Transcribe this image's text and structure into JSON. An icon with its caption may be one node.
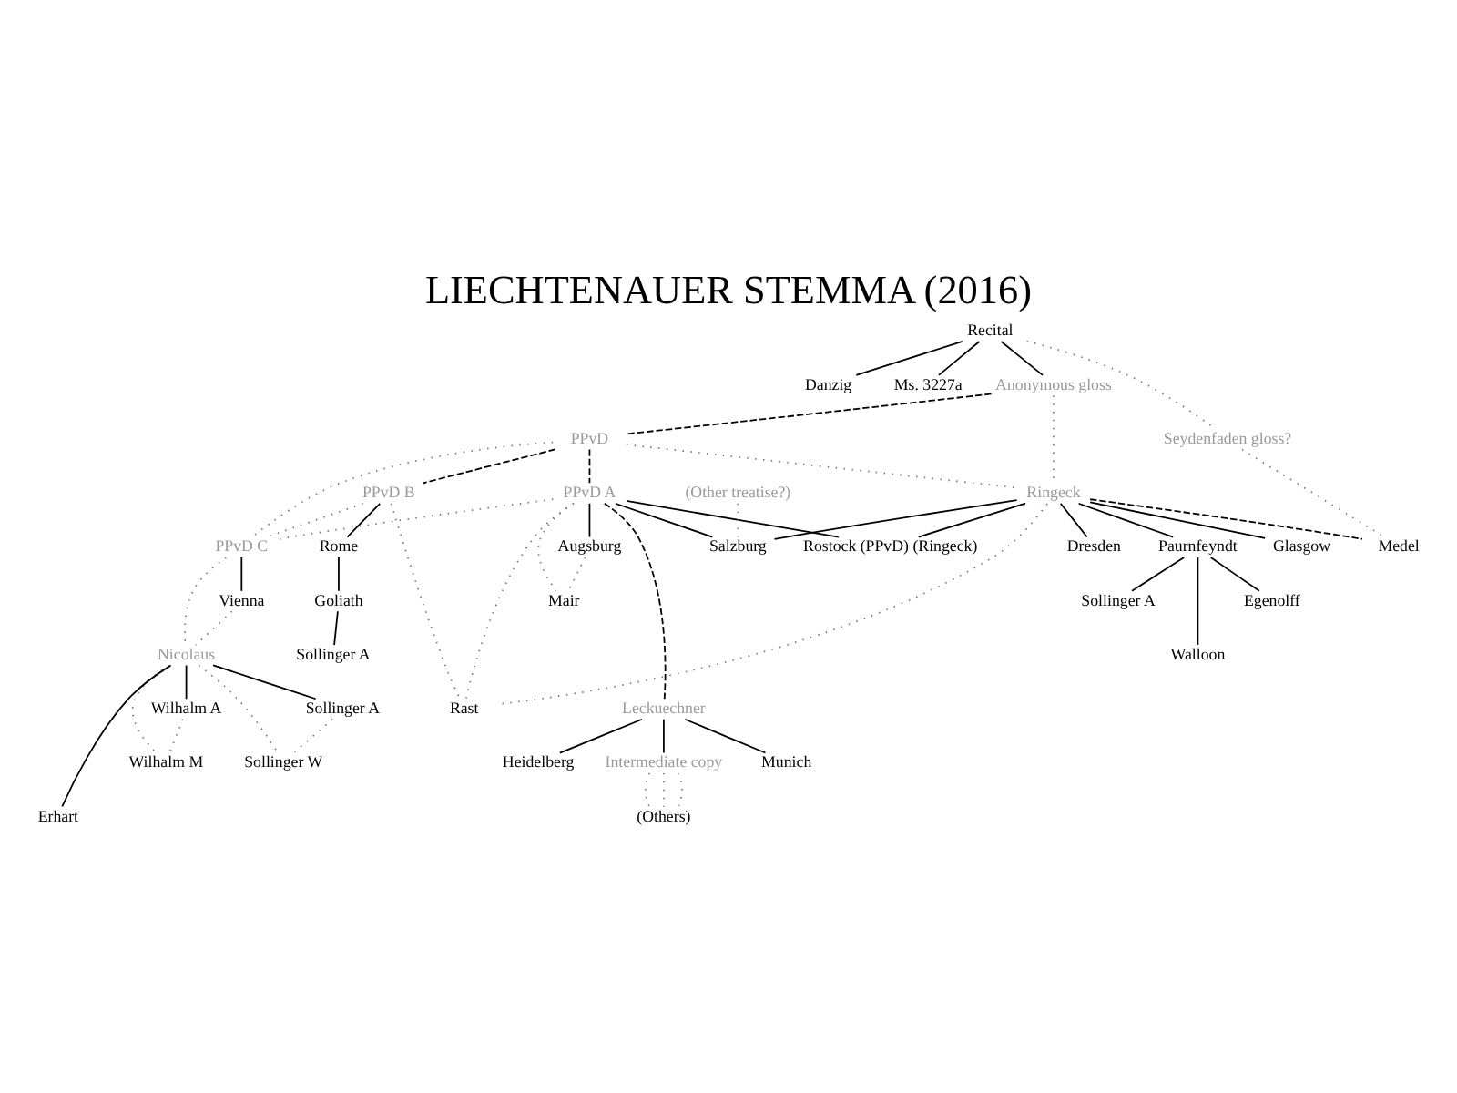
{
  "diagram": {
    "title": "LIECHTENAUER STEMMA (2016)",
    "nodes": [
      {
        "text": [
          "Recital"
        ]
      },
      {
        "text": [
          "Danzig"
        ]
      },
      {
        "text": [
          "Ms. 3227a"
        ]
      },
      {
        "text": [
          "Anonymous gloss"
        ]
      },
      {
        "text": [
          "Seydenfaden gloss?"
        ]
      },
      {
        "text": [
          "PPvD"
        ]
      },
      {
        "text": [
          "Ringeck"
        ]
      },
      {
        "text": [
          "PPvD B"
        ]
      },
      {
        "text": [
          "PPvD A"
        ]
      },
      {
        "text": [
          "(Other treatise?)"
        ]
      },
      {
        "text": [
          "Medel"
        ]
      },
      {
        "text": [
          "PPvD C"
        ]
      },
      {
        "text": [
          "Augsburg"
        ]
      },
      {
        "text": [
          "Salzburg"
        ]
      },
      {
        "text": [
          "Rostock (PPvD) (Ringeck)"
        ]
      },
      {
        "text": [
          "Glasgow"
        ]
      },
      {
        "text": [
          "Dresden"
        ]
      },
      {
        "text": [
          "Paurnfeyndt"
        ]
      },
      {
        "text": [
          "Rome"
        ]
      },
      {
        "text": [
          "Vienna"
        ]
      },
      {
        "text": [
          "Mair"
        ]
      },
      {
        "text": [
          "Egenolff"
        ]
      },
      {
        "text": [
          "Sollinger A"
        ]
      },
      {
        "text": [
          "Walloon"
        ]
      },
      {
        "text": [
          "Goliath"
        ]
      },
      {
        "text": [
          "Sollinger A"
        ]
      },
      {
        "text": [
          "Nicolaus"
        ]
      },
      {
        "text": [
          "Rast"
        ]
      },
      {
        "text": [
          "Leckuechner"
        ]
      },
      {
        "text": [
          "Wilhalm A"
        ]
      },
      {
        "text": [
          "Sollinger A"
        ]
      },
      {
        "text": [
          "Wilhalm M"
        ]
      },
      {
        "text": [
          "Sollinger W"
        ]
      },
      {
        "text": [
          "Erhart"
        ]
      },
      {
        "text": [
          "Heidelberg"
        ]
      },
      {
        "text": [
          "Intermediate copy"
        ]
      },
      {
        "text": [
          "Munich"
        ]
      },
      {
        "text": [
          "(Others)"
        ]
      }
    ],
    "edges": [
      {
        "from": 0,
        "to": 1,
        "arrow": "none"
      },
      {
        "from": 0,
        "to": 2,
        "arrow": "none"
      },
      {
        "from": 0,
        "to": 3,
        "arrow": "none"
      },
      {
        "from": 0,
        "to": 4,
        "arrow": "none",
        "style": "dashed",
        "color": "#777777"
      },
      {
        "from": 3,
        "to": 5,
        "arrow": "none",
        "style": "dashed"
      },
      {
        "from": 3,
        "to": 6,
        "arrow": "none",
        "style": "dashed",
        "color": "#777777"
      },
      {
        "from": 4,
        "to": 10,
        "arrow": "none",
        "style": "dashed",
        "color": "#777777"
      },
      {
        "from": 5,
        "to": 7,
        "arrow": "none",
        "style": "dashed"
      },
      {
        "from": 5,
        "to": 8,
        "arrow": "none",
        "style": "dashed"
      },
      {
        "from": 5,
        "to": 11,
        "arrow": "none",
        "style": "dashed",
        "color": "#777777"
      },
      {
        "from": 5,
        "to": 6,
        "arrow": "none",
        "style": "dashed",
        "color": "#777777"
      },
      {
        "from": 6,
        "to": 10,
        "arrow": "none",
        "style": "dashed"
      },
      {
        "from": 6,
        "to": 13,
        "arrow": "none"
      },
      {
        "from": 6,
        "to": 14,
        "arrow": "none"
      },
      {
        "from": 6,
        "to": 15,
        "arrow": "none"
      },
      {
        "from": 6,
        "to": 16,
        "arrow": "none"
      },
      {
        "from": 6,
        "to": 17,
        "arrow": "none"
      },
      {
        "from": 6,
        "to": 27,
        "arrow": "none",
        "style": "dashed",
        "color": "#777777"
      },
      {
        "from": 8,
        "to": 11,
        "arrow": "none",
        "style": "dashed",
        "color": "#777777"
      },
      {
        "from": 8,
        "to": 12,
        "arrow": "none"
      },
      {
        "from": 8,
        "to": 13,
        "arrow": "none"
      },
      {
        "from": 8,
        "to": 14,
        "arrow": "none"
      },
      {
        "from": 8,
        "to": 20,
        "arrow": "none",
        "style": "dashed",
        "color": "#777777"
      },
      {
        "from": 8,
        "to": 27,
        "arrow": "none",
        "style": "dashed",
        "color": "#777777"
      },
      {
        "from": 8,
        "to": 28,
        "arrow": "none",
        "style": "dashed"
      },
      {
        "from": 9,
        "to": 13,
        "arrow": "none",
        "style": "dashed",
        "color": "#777777"
      },
      {
        "from": 7,
        "to": 18,
        "arrow": "none"
      },
      {
        "from": 7,
        "to": 11,
        "arrow": "none",
        "style": "dashed",
        "color": "#777777"
      },
      {
        "from": 7,
        "to": 27,
        "arrow": "none",
        "style": "dashed",
        "color": "#777777"
      },
      {
        "from": 11,
        "to": 19,
        "arrow": "none"
      },
      {
        "from": 11,
        "to": 26,
        "arrow": "none",
        "style": "dashed",
        "color": "#777777"
      },
      {
        "from": 12,
        "to": 20,
        "arrow": "none",
        "style": "dashed",
        "color": "#777777"
      },
      {
        "from": 17,
        "to": 21,
        "arrow": "none"
      },
      {
        "from": 17,
        "to": 23,
        "arrow": "none"
      },
      {
        "from": 17,
        "to": 22,
        "arrow": "none"
      },
      {
        "from": 18,
        "to": 24,
        "arrow": "none"
      },
      {
        "from": 24,
        "to": 25,
        "arrow": "none"
      },
      {
        "from": 19,
        "to": 26,
        "arrow": "none",
        "style": "dashed",
        "color": "#777777"
      },
      {
        "from": 26,
        "to": 29,
        "arrow": "none"
      },
      {
        "from": 26,
        "to": 31,
        "arrow": "none",
        "style": "dashed",
        "color": "#777777"
      },
      {
        "from": 26,
        "to": 33,
        "arrow": "none"
      },
      {
        "from": 26,
        "to": 32,
        "arrow": "none",
        "style": "dashed",
        "color": "#777777"
      },
      {
        "from": 26,
        "to": 30,
        "arrow": "none"
      },
      {
        "from": 29,
        "to": 31,
        "arrow": "none",
        "style": "dashed",
        "color": "#777777"
      },
      {
        "from": 30,
        "to": 32,
        "arrow": "none",
        "style": "dashed",
        "color": "#777777"
      },
      {
        "from": 28,
        "to": 34,
        "arrow": "none"
      },
      {
        "from": 28,
        "to": 35,
        "arrow": "none"
      },
      {
        "from": 28,
        "to": 36,
        "arrow": "none"
      },
      {
        "from": 35,
        "to": 37,
        "arrow": "none",
        "style": "dashed",
        "color": "#777777"
      },
      {
        "from": 35,
        "to": 37,
        "arrow": "none",
        "style": "dashed",
        "color": "#777777"
      },
      {
        "from": 35,
        "to": 37,
        "arrow": "none",
        "style": "dashed",
        "color": "#777777"
      }
    ]
  }
}
